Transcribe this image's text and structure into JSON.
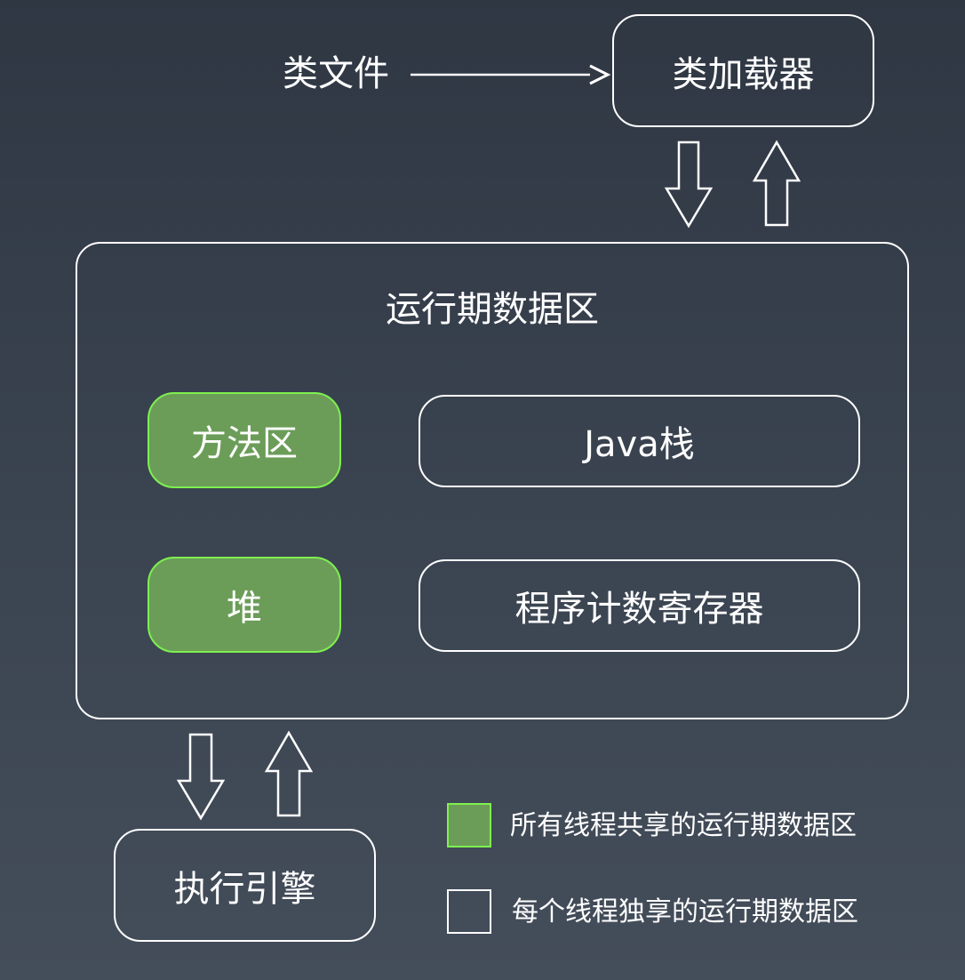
{
  "diagram": {
    "class_file_label": "类文件",
    "class_loader_label": "类加载器",
    "runtime_area_title": "运行期数据区",
    "method_area_label": "方法区",
    "java_stack_label": "Java栈",
    "heap_label": "堆",
    "pc_register_label": "程序计数寄存器",
    "execution_engine_label": "执行引擎"
  },
  "legend": {
    "shared_label": "所有线程共享的运行期数据区",
    "private_label": "每个线程独享的运行期数据区"
  },
  "colors": {
    "shared_fill": "#6b9d59",
    "shared_border": "#7ff04f",
    "stroke": "#ffffff"
  }
}
